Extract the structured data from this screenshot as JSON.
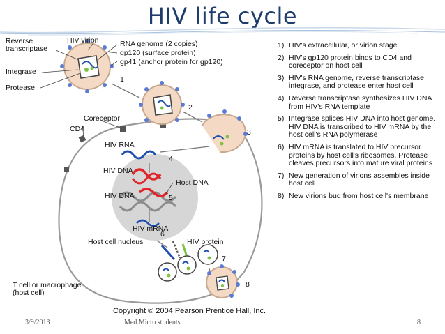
{
  "title": "HIV life cycle",
  "labels": {
    "reverse_transcriptase": "Reverse\ntranscriptase",
    "hiv_virion": "HIV virion",
    "rna_genome": "RNA genome (2 copies)",
    "gp120": "gp120 (surface protein)",
    "gp41": "gp41 (anchor protein for gp120)",
    "integrase": "Integrase",
    "protease": "Protease",
    "coreceptor": "Coreceptor",
    "cd4": "CD4",
    "hiv_rna": "HIV RNA",
    "hiv_dna_1": "HIV DNA",
    "hiv_dna_2": "HIV DNA",
    "host_dna": "Host DNA",
    "hiv_mrna": "HIV mRNA",
    "host_nucleus": "Host cell nucleus",
    "hiv_protein": "HIV protein",
    "t_cell": "T cell or macrophage\n(host cell)"
  },
  "step_numbers": [
    "1",
    "2",
    "3",
    "4",
    "5",
    "6",
    "7",
    "8"
  ],
  "steps": [
    {
      "n": "1)",
      "text": "HIV's extracellular, or virion stage"
    },
    {
      "n": "2)",
      "text": "HIV's gp120 protein binds to CD4 and coreceptor on host cell"
    },
    {
      "n": "3)",
      "text": "HIV's RNA genome, reverse transcriptase, integrase, and protease enter host cell"
    },
    {
      "n": "4)",
      "text": "Reverse transcriptase synthesizes HIV DNA from HIV's RNA template"
    },
    {
      "n": "5)",
      "text": "Integrase splices HIV DNA into host genome. HIV DNA is transcribed to HIV mRNA by the host cell's RNA polymerase"
    },
    {
      "n": "6)",
      "text": "HIV mRNA is translated to HIV precursor proteins by host cell's ribosomes. Protease cleaves precursors into mature viral proteins"
    },
    {
      "n": "7)",
      "text": "New generation of virions assembles inside host cell"
    },
    {
      "n": "8)",
      "text": "New virions bud from host cell's membrane"
    }
  ],
  "copyright": "Copyright © 2004 Pearson Prentice Hall, Inc.",
  "footer": {
    "date": "3/9/2013",
    "center": "Med.Micro students",
    "page": "8"
  },
  "colors": {
    "title": "#1f3d6b",
    "virion_fill": "#f4d9c4",
    "spike": "#5b7bd5",
    "nucleus_fill": "#d6d6d6",
    "hiv_dna_red": "#e0262b",
    "rna_blue": "#1f4fae",
    "host_dna_gray": "#8c8c8c"
  }
}
